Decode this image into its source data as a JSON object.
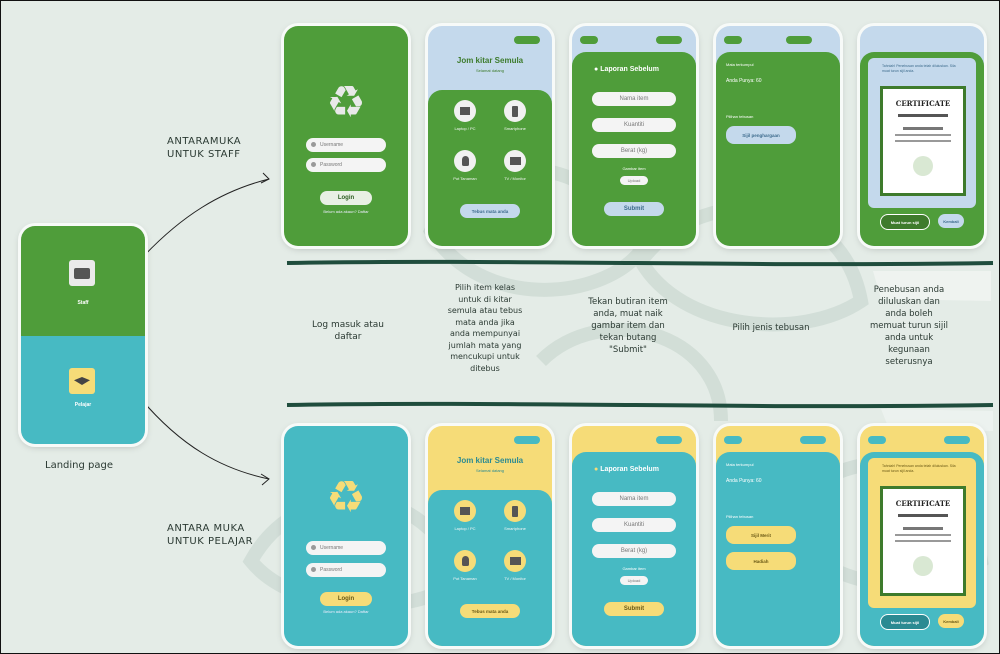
{
  "labels": {
    "staff_section": "ANTARAMUKA\nUNTUK STAFF",
    "student_section": "ANTARA MUKA\nUNTUK PELAJAR",
    "landing": "Landing page"
  },
  "landing": {
    "staff_label": "Staff",
    "student_label": "Pelajar"
  },
  "steps": {
    "login": "Log masuk atau\ndaftar",
    "select_item": "Pilih item kelas\nuntuk di kitar\nsemula atau tebus\nmata anda jika\nanda mempunyai\njumlah mata yang\nmencukupi untuk\nditebus",
    "report": "Tekan butiran item\nanda, muat naik\ngambar item dan\ntekan butang\n\"Submit\"",
    "redeem": "Pilih jenis tebusan",
    "certificate": "Penebusan anda\ndiluluskan dan\nanda boleh\nmemuat turun sijil\nanda untuk\nkegunaan\nseterusnya"
  },
  "screens": {
    "login": {
      "username": "Username",
      "password": "Password",
      "button": "Login",
      "register": "Belum ada akaun? Daftar"
    },
    "select": {
      "title": "Jom kitar Semula",
      "sub": "Selamat datang",
      "items": [
        "Laptop / PC",
        "Smartphone",
        "Pot Tanaman",
        "TV / Monitor"
      ],
      "button": "Tebus mata anda"
    },
    "report": {
      "title": "Laporan Sebelum",
      "fields": [
        "Nama item",
        "Kuantiti",
        "Berat (kg)"
      ],
      "upload_label": "Gambar item",
      "upload": "Upload",
      "button": "Submit"
    },
    "redeem": {
      "label1": "Mata terkumpul",
      "points": "Anda Punya: 60",
      "label2": "Pilihan tebusan",
      "option_staff": "Sijil penghargaan",
      "options_student": [
        "Sijil Merit",
        "Hadiah"
      ]
    },
    "certificate": {
      "note": "Tahniah! Penebusan anda telah diluluskan. Sila muat turun sijil anda.",
      "cert_title": "CERTIFICATE",
      "download": "Muat turun sijil",
      "back": "Kembali"
    }
  },
  "colors": {
    "staff_green": "#4f9d3a",
    "student_teal": "#47bac3",
    "header_blue": "#c4d9ec",
    "header_yellow": "#f6dc78",
    "background": "#e4ece7"
  }
}
